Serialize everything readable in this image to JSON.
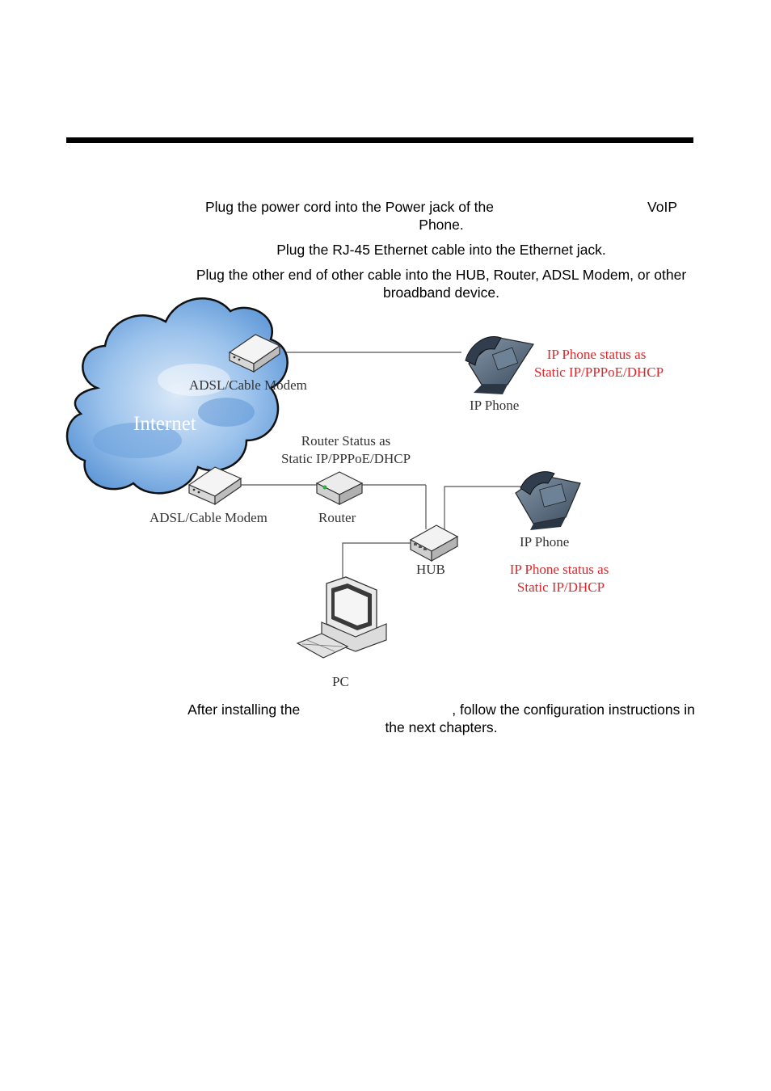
{
  "instructions": {
    "step1_pre": "Plug the power cord into the Power jack of the",
    "step1_post": "VoIP",
    "step1_line2": "Phone.",
    "step2": "Plug the RJ-45 Ethernet cable into the Ethernet jack.",
    "step3": "Plug the other end of other cable into the HUB, Router, ADSL Modem, or other broadband device.",
    "final_pre": "After installing the",
    "final_post": ", follow the configuration instructions in the next chapters."
  },
  "diagram": {
    "internet": "Internet",
    "modem_top": "ADSL/Cable Modem",
    "modem_bottom": "ADSL/Cable Modem",
    "router": "Router",
    "router_status_1": "Router Status as",
    "router_status_2": "Static IP/PPPoE/DHCP",
    "ip_phone_top": "IP Phone",
    "ip_phone_top_status_1": "IP Phone status as",
    "ip_phone_top_status_2": "Static IP/PPPoE/DHCP",
    "hub": "HUB",
    "ip_phone_bottom": "IP Phone",
    "ip_phone_bottom_status_1": "IP Phone status as",
    "ip_phone_bottom_status_2": "Static IP/DHCP",
    "pc": "PC"
  },
  "colors": {
    "status_text": "#e0262a",
    "cloud": "#3f7fd0",
    "device": "#5a6d7f"
  }
}
